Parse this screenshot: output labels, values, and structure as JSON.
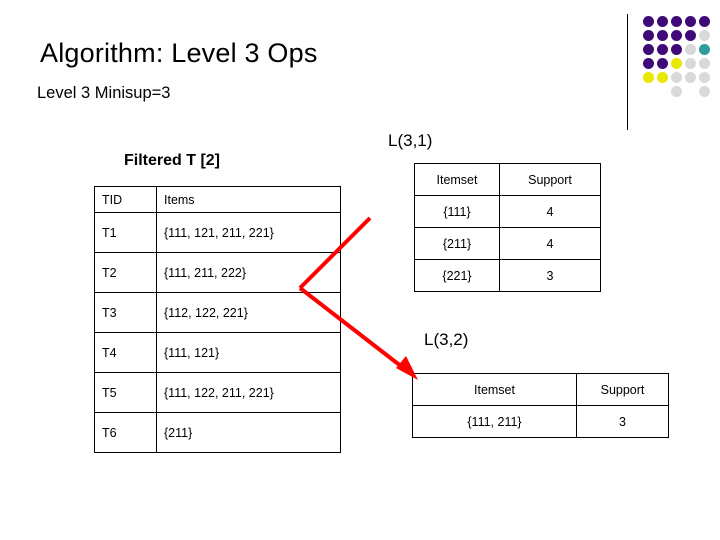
{
  "slide": {
    "title": "Algorithm: Level 3 Ops",
    "subtitle": "Level 3 Minisup=3"
  },
  "decor": {
    "accent_colors": {
      "purple": "#3f0a78",
      "dark_purple": "#4b0c8c",
      "yellow": "#e8e800",
      "teal": "#2e9c9c",
      "light_gray": "#d9d9d9",
      "white": "#ffffff"
    },
    "arrow_color": "#ff0000",
    "dots": [
      [
        "purple",
        "purple",
        "purple",
        "purple",
        "purple"
      ],
      [
        "purple",
        "purple",
        "purple",
        "purple",
        "light_gray"
      ],
      [
        "purple",
        "purple",
        "purple",
        "light_gray",
        "teal"
      ],
      [
        "purple",
        "purple",
        "yellow",
        "light_gray",
        "light_gray"
      ],
      [
        "yellow",
        "yellow",
        "light_gray",
        "light_gray",
        "light_gray"
      ],
      [
        "white",
        "white",
        "light_gray",
        "white",
        "light_gray"
      ]
    ]
  },
  "filtered_table": {
    "caption": "Filtered T [2]",
    "columns": [
      "TID",
      "Items"
    ],
    "rows": [
      {
        "tid": "T1",
        "items": "{111, 121, 211, 221}"
      },
      {
        "tid": "T2",
        "items": "{111, 211, 222}"
      },
      {
        "tid": "T3",
        "items": "{112, 122, 221}"
      },
      {
        "tid": "T4",
        "items": "{111, 121}"
      },
      {
        "tid": "T5",
        "items": "{111, 122, 211, 221}"
      },
      {
        "tid": "T6",
        "items": "{211}"
      }
    ]
  },
  "l31": {
    "caption": "L(3,1)",
    "columns": [
      "Itemset",
      "Support"
    ],
    "rows": [
      {
        "itemset": "{111}",
        "support": "4"
      },
      {
        "itemset": "{211}",
        "support": "4"
      },
      {
        "itemset": "{221}",
        "support": "3"
      }
    ]
  },
  "l32": {
    "caption": "L(3,2)",
    "columns": [
      "Itemset",
      "Support"
    ],
    "rows": [
      {
        "itemset": "{111, 211}",
        "support": "3"
      }
    ]
  }
}
